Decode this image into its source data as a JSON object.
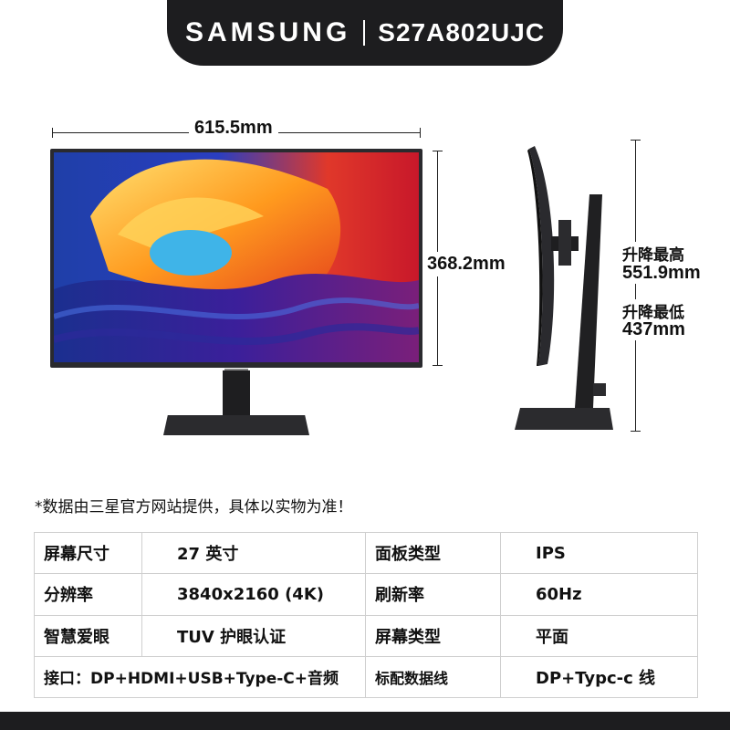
{
  "header": {
    "brand": "SAMSUNG",
    "model": "S27A802UJC"
  },
  "dimensions": {
    "width": "615.5mm",
    "height": "368.2mm",
    "lift_max_label": "升降最高",
    "lift_max_value": "551.9mm",
    "lift_min_label": "升降最低",
    "lift_min_value": "437mm"
  },
  "note": "*数据由三星官方网站提供，具体以实物为准！",
  "specs": {
    "r1": {
      "k1": "屏幕尺寸",
      "v1": "27 英寸",
      "k2": "面板类型",
      "v2": "IPS"
    },
    "r2": {
      "k1": "分辨率",
      "v1": "3840x2160 (4K)",
      "k2": "刷新率",
      "v2": "60Hz"
    },
    "r3": {
      "k1": "智慧爱眼",
      "v1": "TUV 护眼认证",
      "k2": "屏幕类型",
      "v2": "平面"
    },
    "r4": {
      "ports": "接口：DP+HDMI+USB+Type-C+音频",
      "k2": "标配数据线",
      "v2": "DP+Typc-c 线"
    }
  },
  "colors": {
    "dark": "#1d1d1f",
    "border": "#cfcfcf"
  }
}
